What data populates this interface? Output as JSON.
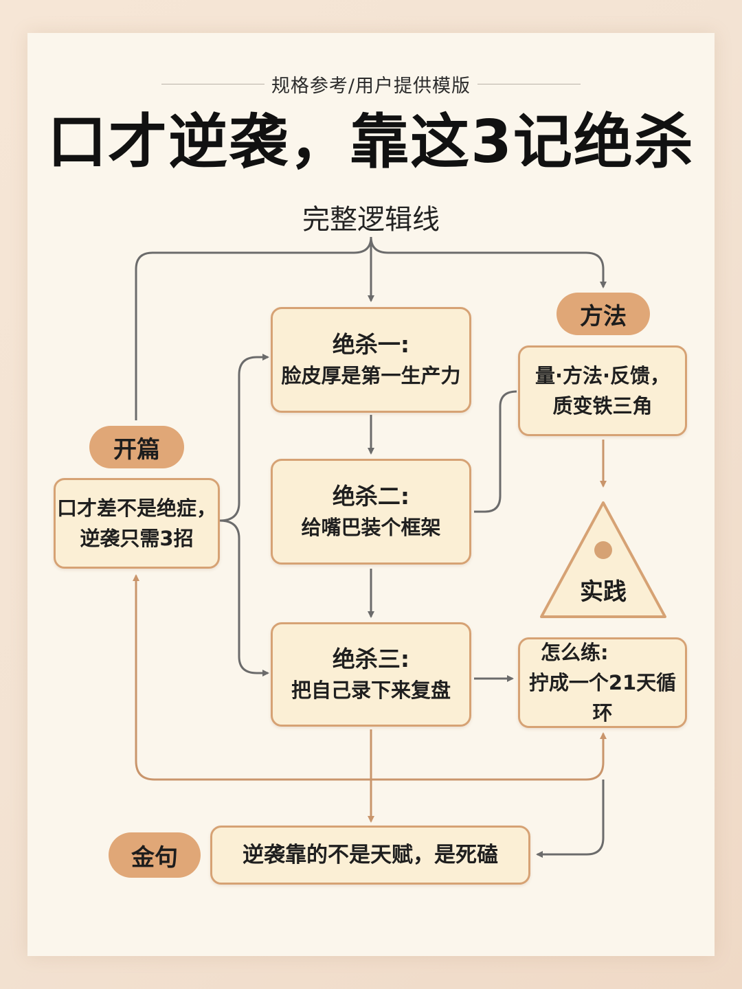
{
  "header": {
    "subtitle": "规格参考/用户提供模版",
    "title": "口才逆袭，靠这3记绝杀",
    "logic_title": "完整逻辑线"
  },
  "nodes": {
    "kaipian": {
      "label": "开篇",
      "text_line1": "口才差不是绝症，",
      "text_line2": "逆袭只需3招"
    },
    "jueshayi": {
      "head": "绝杀一:",
      "body": "脸皮厚是第一生产力"
    },
    "jueshaer": {
      "head": "绝杀二:",
      "body": "给嘴巴装个框架"
    },
    "jueshasan": {
      "head": "绝杀三:",
      "body": "把自己录下来复盘"
    },
    "fangfa": {
      "label": "方法",
      "line1": "量·方法·反馈，",
      "line2": "质变铁三角"
    },
    "shijian": {
      "label": "实践"
    },
    "zenmelian": {
      "head": "怎么练:",
      "body": "拧成一个21天循环"
    },
    "jinju": {
      "label": "金句",
      "text": "逆袭靠的不是天赋，是死磕"
    }
  },
  "colors": {
    "node_fill": "#fbefd5",
    "node_border": "#d6a274",
    "pill_fill": "#e0a777",
    "arrow_gray": "#6b6b6b",
    "arrow_tan": "#c9956b",
    "card_bg": "#fbf6ec"
  }
}
